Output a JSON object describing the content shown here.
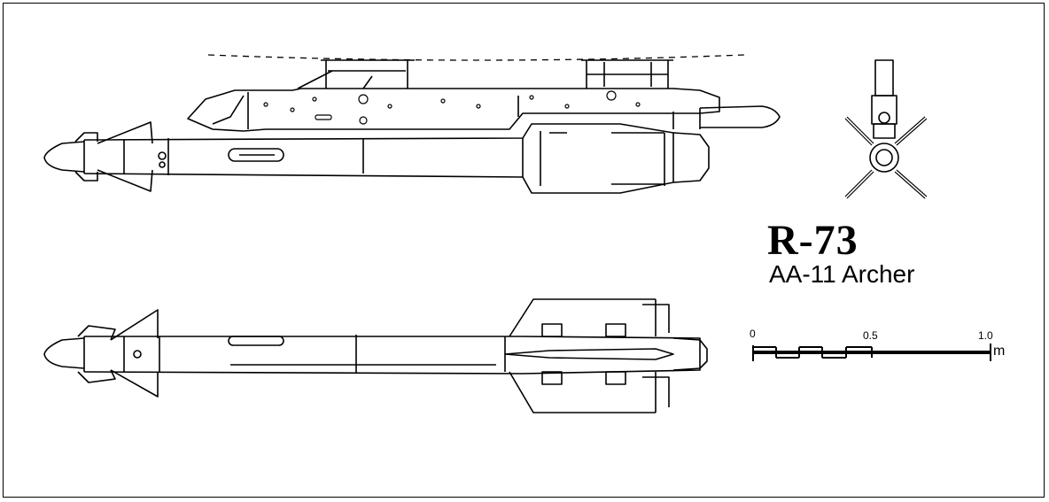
{
  "title": "R-73",
  "subtitle": "AA-11 Archer",
  "scale": {
    "ticks": [
      "0",
      "0.5",
      "1.0"
    ],
    "unit": "m"
  },
  "colors": {
    "ink": "#000000",
    "paper": "#ffffff"
  }
}
